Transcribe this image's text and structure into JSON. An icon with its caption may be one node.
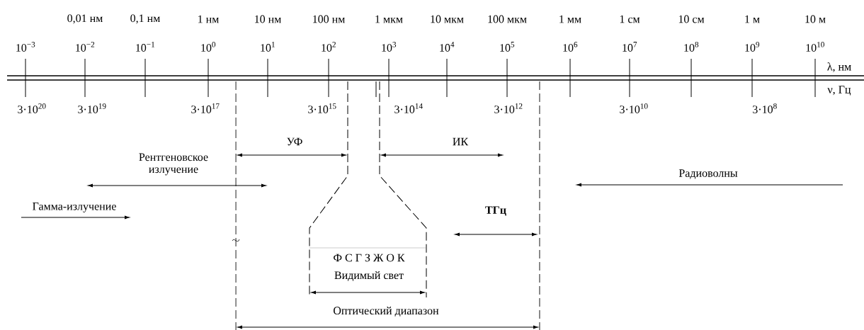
{
  "diagram": {
    "labels": [
      "0,01 нм",
      "0,1 нм",
      "1 нм",
      "10 нм",
      "100 нм",
      "1 мкм",
      "10 мкм",
      "100 мкм",
      "1 мм",
      "1 см",
      "10 см",
      "1 м",
      "10 м",
      "10$^{−3}$",
      "10$^{−2}$",
      "10$^{−1}$",
      "10$^{0}$",
      "10$^{1}$",
      "10$^{2}$",
      "10$^{3}$",
      "10$^{4}$",
      "10$^{5}$",
      "10$^{6}$",
      "10$^{7}$",
      "10$^{8}$",
      "10$^{9}$",
      "10$^{10}$",
      "λ, нм",
      "ν, Гц",
      "3·10$^{20}$",
      "3·10$^{19}$",
      "3·10$^{17}$",
      "3·10$^{15}$",
      "3·10$^{14}$",
      "3·10$^{12}$",
      "3·10$^{10}$",
      "3·10$^{8}$",
      "УФ",
      "ИК",
      "Рентгеновское излучение",
      "Радиоволны",
      "Гамма-излучение",
      "ТГц",
      "Ф С Г З Ж О К",
      "Видимый свет",
      "Оптический диапазон"
    ]
  }
}
